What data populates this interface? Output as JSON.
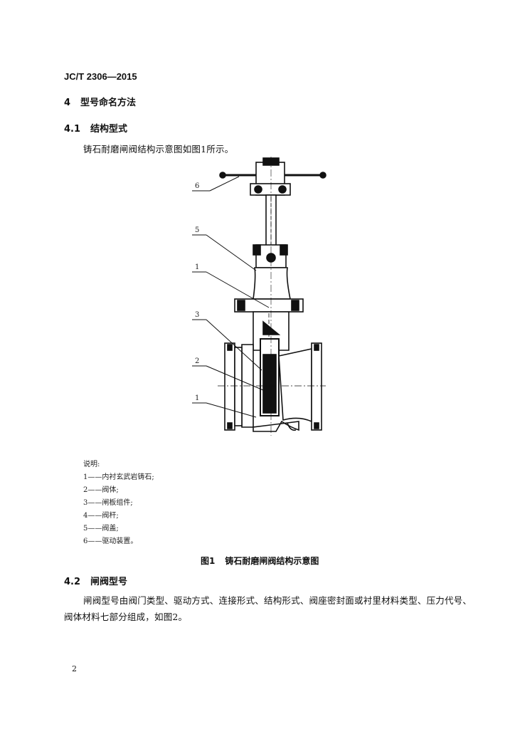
{
  "header": {
    "standard_code": "JC/T 2306—2015"
  },
  "section4": {
    "num": "4",
    "title": "型号命名方法"
  },
  "section4_1": {
    "num": "4.1",
    "title": "结构型式",
    "paragraph": "铸石耐磨闸阀结构示意图如图1所示。"
  },
  "figure1": {
    "callouts": [
      "6",
      "5",
      "1",
      "3",
      "2",
      "1"
    ],
    "legend_title": "说明:",
    "legend_items": [
      "1——内衬玄武岩铸石;",
      "2——阀体;",
      "3——闸板组件;",
      "4——阀杆;",
      "5——阀盖;",
      "6——驱动装置。"
    ],
    "caption_num": "图1",
    "caption_title": "铸石耐磨闸阀结构示意图"
  },
  "section4_2": {
    "num": "4.2",
    "title": "闸阀型号",
    "paragraph_line1": "闸阀型号由阀门类型、驱动方式、连接形式、结构形式、阀座密封面或衬里材料类型、压力代号、",
    "paragraph_line2": "阀体材料七部分组成，如图2。"
  },
  "footer": {
    "page_number": "2"
  }
}
